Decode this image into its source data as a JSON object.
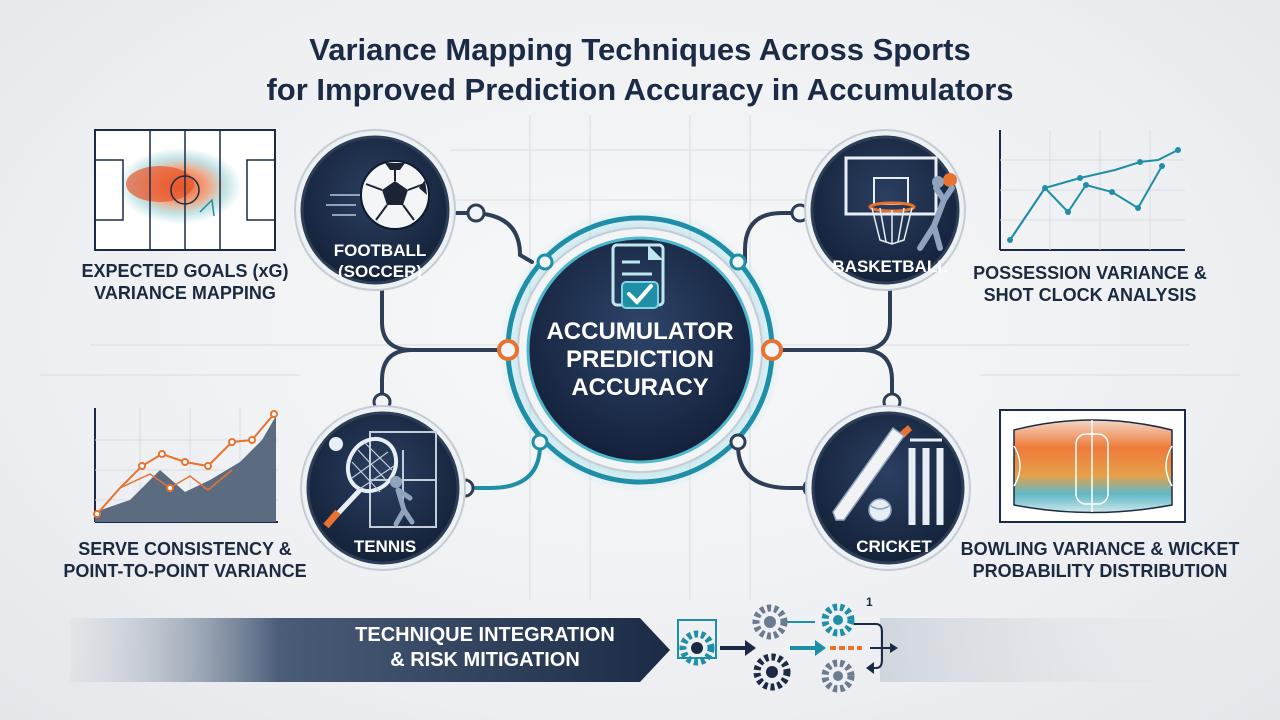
{
  "title": {
    "line1": "Variance Mapping Techniques Across Sports",
    "line2": "for Improved Prediction Accuracy in Accumulators"
  },
  "center": {
    "label_lines": [
      "ACCUMULATOR",
      "PREDICTION",
      "ACCURACY"
    ],
    "icon": "checklist-document-icon"
  },
  "sports": [
    {
      "id": "football",
      "label_lines": [
        "FOOTBALL",
        "(SOCCER)"
      ],
      "icon": "soccer-ball-icon",
      "technique_lines": [
        "EXPECTED GOALS (xG)",
        "VARIANCE MAPPING"
      ],
      "chart": "pitch-heatmap"
    },
    {
      "id": "basketball",
      "label_lines": [
        "BASKETBALL"
      ],
      "icon": "basketball-hoop-icon",
      "technique_lines": [
        "POSSESSION VARIANCE &",
        "SHOT CLOCK ANALYSIS"
      ],
      "chart": "line-chart"
    },
    {
      "id": "tennis",
      "label_lines": [
        "TENNIS"
      ],
      "icon": "tennis-racket-icon",
      "technique_lines": [
        "SERVE CONSISTENCY &",
        "POINT-TO-POINT VARIANCE"
      ],
      "chart": "area-line-chart"
    },
    {
      "id": "cricket",
      "label_lines": [
        "CRICKET"
      ],
      "icon": "cricket-bat-icon",
      "technique_lines": [
        "BOWLING VARIANCE & WICKET",
        "PROBABILITY DISTRIBUTION"
      ],
      "chart": "field-heatmap"
    }
  ],
  "footer": {
    "label_lines": [
      "TECHNIQUE INTEGRATION",
      "& RISK MITIGATION"
    ],
    "icon": "gears-process-icon",
    "step_number": "1"
  },
  "colors": {
    "navy": "#1b2b45",
    "teal": "#1f8fa8",
    "orange": "#e8732f",
    "light_teal": "#7fd4e4"
  }
}
